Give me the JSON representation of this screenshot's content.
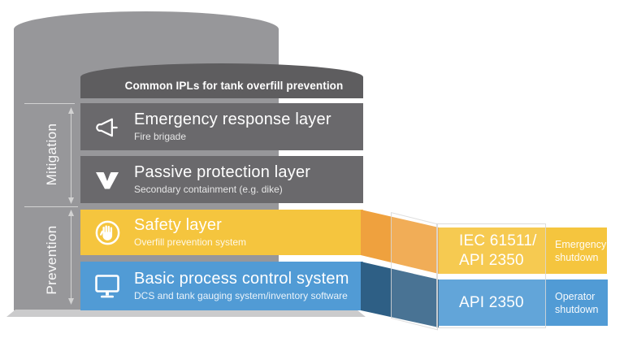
{
  "colors": {
    "tank_gray": "#97979A",
    "band_gray": "#6A696C",
    "title_band_gray": "#5E5D5F",
    "safety_yellow": "#F5C53E",
    "fold_orange": "#EFA13E",
    "bpcs_blue": "#519BD5",
    "fold_dark_blue": "#2E5F85",
    "base_gray": "#CBCBCC"
  },
  "title_band": {
    "label": "Common IPLs for tank overfill prevention"
  },
  "axis": {
    "mitigation_label": "Mitigation",
    "prevention_label": "Prevention"
  },
  "layers": [
    {
      "title": "Emergency response layer",
      "subtitle": "Fire brigade",
      "icon": "megaphone-icon",
      "group": "Mitigation"
    },
    {
      "title": "Passive protection layer",
      "subtitle": "Secondary containment (e.g. dike)",
      "icon": "dike-icon",
      "group": "Mitigation"
    },
    {
      "title": "Safety layer",
      "subtitle": "Overfill prevention system",
      "icon": "stop-hand-icon",
      "group": "Prevention"
    },
    {
      "title": "Basic process control system",
      "subtitle": "DCS and tank gauging system/inventory software",
      "icon": "monitor-icon",
      "group": "Prevention"
    }
  ],
  "standards": [
    {
      "name_line1": "IEC 61511/",
      "name_line2": "API 2350",
      "shutdown_label": "Emergency shutdown",
      "color": "#F5C53E"
    },
    {
      "name_line1": "API 2350",
      "shutdown_label": "Operator shutdown",
      "color": "#519BD5"
    }
  ]
}
